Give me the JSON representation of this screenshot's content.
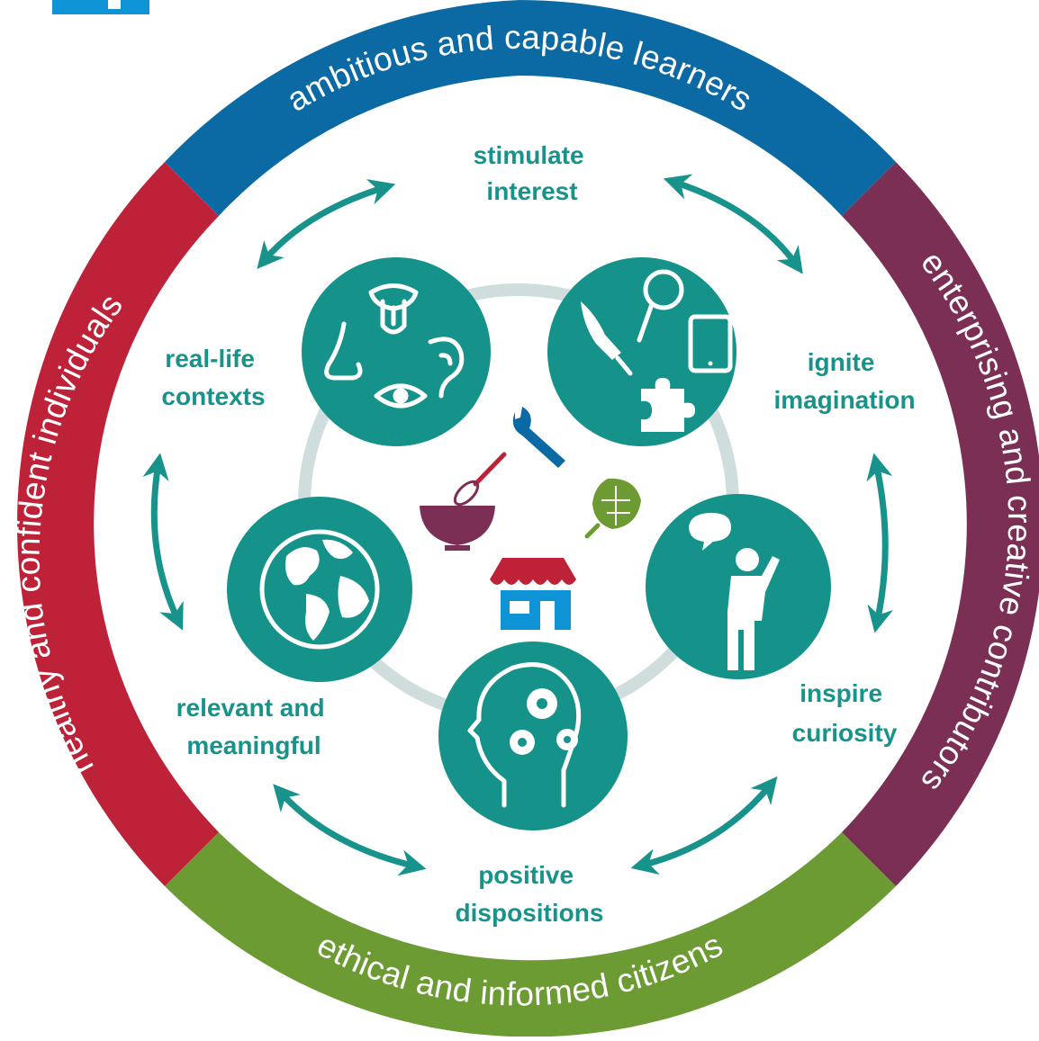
{
  "colors": {
    "teal": "#17938b",
    "teal_circle": "#15928a",
    "blue": "#0b6aa3",
    "maroon": "#7c2f54",
    "red": "#be2239",
    "green": "#6c9b33",
    "inner_ring": "#cfdedd",
    "corner_logo": "#0e93d6"
  },
  "outer_ring": {
    "top": "ambitious and capable learners",
    "right": "enterprising and creative contributors",
    "bottom": "ethical and informed citizens",
    "left": "healthy and confident individuals"
  },
  "nodes": {
    "top": {
      "line1": "stimulate",
      "line2": "interest"
    },
    "upper_left": {
      "line1": "real-life",
      "line2": "contexts"
    },
    "upper_right": {
      "line1": "ignite",
      "line2": "imagination"
    },
    "lower_left": {
      "line1": "relevant and",
      "line2": "meaningful"
    },
    "lower_right": {
      "line1": "inspire",
      "line2": "curiosity"
    },
    "bottom": {
      "line1": "positive",
      "line2": "dispositions"
    }
  },
  "circle_icons": [
    "senses-icon",
    "creativity-icon",
    "globe-icon",
    "thinking-head-icon",
    "speaking-person-icon"
  ],
  "center_icons": [
    "wrench-icon",
    "whisk-bowl-icon",
    "artichoke-icon",
    "shop-icon"
  ],
  "corner_logo_icon": "logo-icon"
}
